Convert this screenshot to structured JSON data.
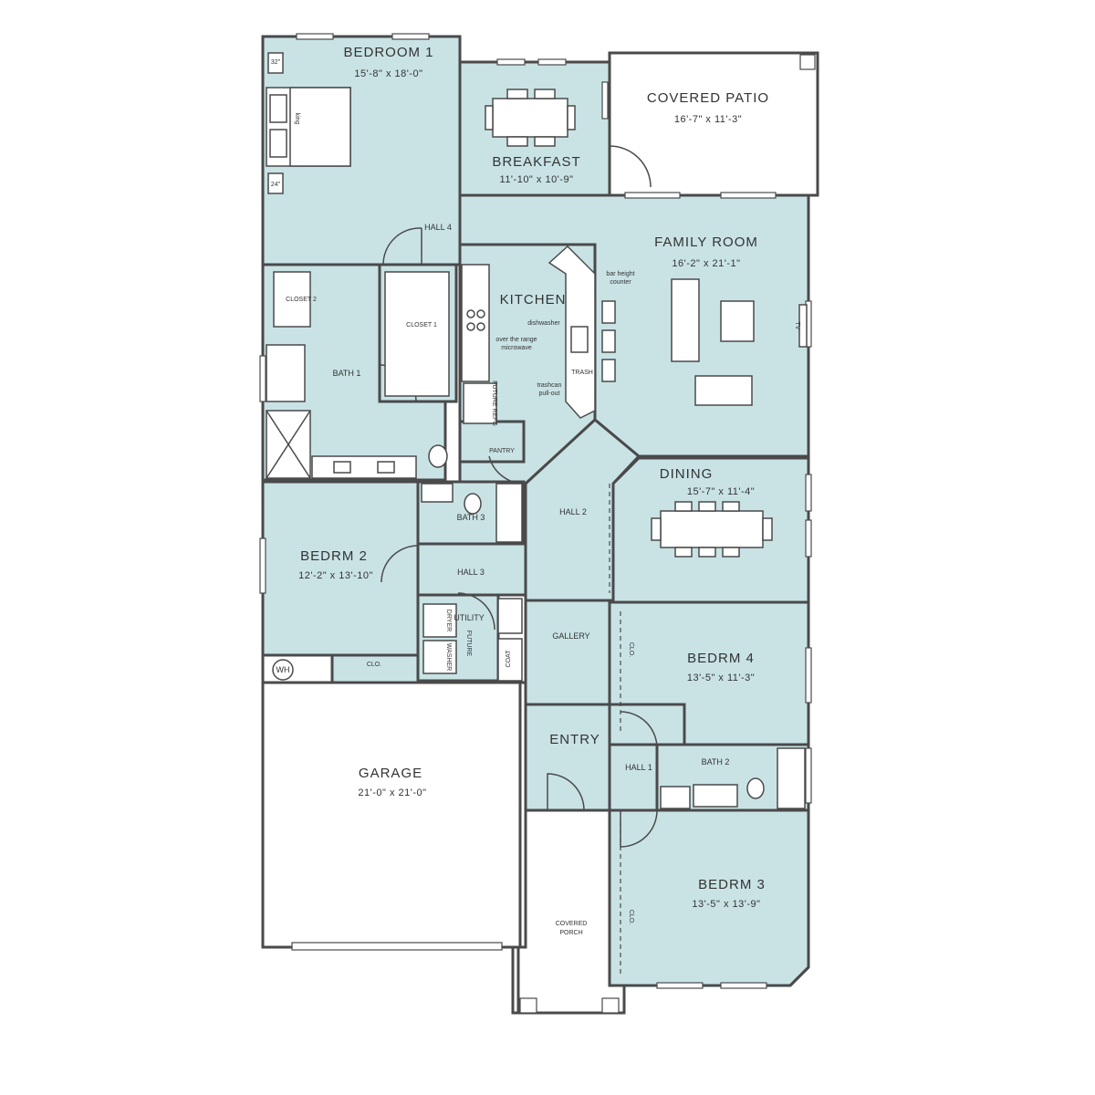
{
  "rooms": {
    "bedroom1": {
      "name": "BEDROOM 1",
      "dim": "15'-8\" x 18'-0\""
    },
    "breakfast": {
      "name": "BREAKFAST",
      "dim": "11'-10\" x 10'-9\""
    },
    "covered_patio": {
      "name": "COVERED PATIO",
      "dim": "16'-7\" x 11'-3\""
    },
    "family_room": {
      "name": "FAMILY ROOM",
      "dim": "16'-2\" x 21'-1\""
    },
    "dining": {
      "name": "DINING",
      "dim": "15'-7\" x 11'-4\""
    },
    "bedrm2": {
      "name": "BEDRM 2",
      "dim": "12'-2\" x 13'-10\""
    },
    "bedrm4": {
      "name": "BEDRM 4",
      "dim": "13'-5\" x 11'-3\""
    },
    "garage": {
      "name": "GARAGE",
      "dim": "21'-0\" x 21'-0\""
    },
    "bedrm3": {
      "name": "BEDRM 3",
      "dim": "13'-5\" x 13'-9\""
    }
  },
  "labels": {
    "kitchen": "KITCHEN",
    "hall4": "HALL 4",
    "closet2": "CLOSET 2",
    "closet1": "CLOSET 1",
    "bath1": "BATH 1",
    "pantry": "PANTRY",
    "bath3": "BATH 3",
    "hall2": "HALL 2",
    "hall3": "HALL 3",
    "utility": "UTILITY",
    "gallery": "GALLERY",
    "entry": "ENTRY",
    "hall1": "HALL 1",
    "bath2": "BATH 2",
    "clo": "CLO.",
    "coat": "COAT",
    "wh": "WH",
    "covered_porch": "COVERED",
    "covered_porch_2": "PORCH",
    "dryer": "DRYER",
    "washer": "WASHER",
    "future": "FUTURE",
    "future_refg": "FUTURE REFG",
    "trash": "TRASH",
    "tv": "TV",
    "king": "king",
    "nightstand_top": "32\"",
    "nightstand_bottom": "24\""
  },
  "annotations": {
    "bar_height_1": "bar height",
    "bar_height_2": "counter",
    "dishwasher": "dishwasher",
    "microwave_1": "over the range",
    "microwave_2": "microwave",
    "trashcan_1": "trashcan",
    "trashcan_2": "pull-out"
  },
  "colors": {
    "room_fill": "#c9e3e5",
    "wall": "#4a4a4a",
    "exterior": "#ffffff"
  }
}
